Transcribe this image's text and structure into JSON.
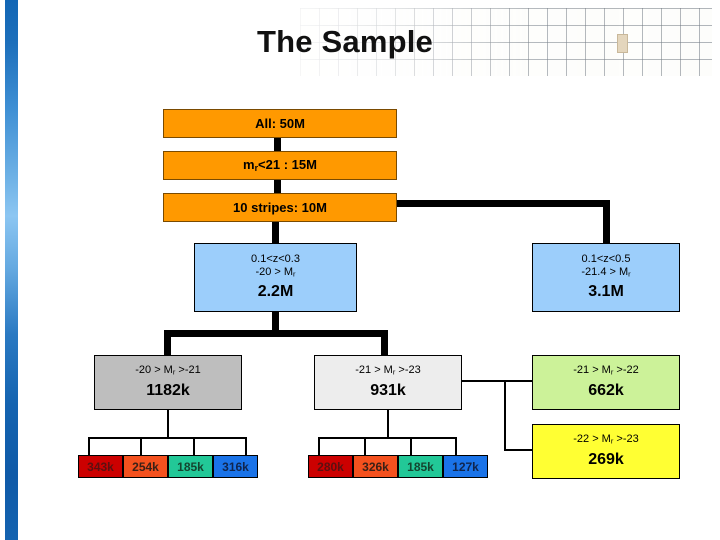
{
  "slide": {
    "title": "The Sample",
    "decoration": {
      "grid_chip": "grid-chip"
    }
  },
  "flow": {
    "top_boxes": [
      {
        "id": "all",
        "label": "All:  50M",
        "color": "#FF9900"
      },
      {
        "id": "mr21",
        "label_pre": "m",
        "label_sub": "r",
        "label_post": "<21 :  15M",
        "color": "#FF9900"
      },
      {
        "id": "ten_stripes",
        "label": "10 stripes:  10M",
        "color": "#FF9900"
      }
    ],
    "level_blue": [
      {
        "id": "z_0103",
        "cut_line1": "0.1<z<0.3",
        "cut_pre": "-20 > M",
        "cut_sub": "r",
        "count": "2.2M",
        "color": "#9CCEFB"
      },
      {
        "id": "z_0105",
        "cut_line1": "0.1<z<0.5",
        "cut_pre": "-21.4 > M",
        "cut_sub": "r",
        "count": "3.1M",
        "color": "#9CCEFB"
      }
    ],
    "level_mid": [
      {
        "id": "m20_21",
        "cut_pre": "-20 > M",
        "cut_sub": "r",
        "cut_post": " >-21",
        "count": "1182k",
        "color": "#BEBEBE"
      },
      {
        "id": "m21_23",
        "cut_pre": "-21 > M",
        "cut_sub": "r",
        "cut_post": " >-23",
        "count": "931k",
        "color": "#EDEDED"
      },
      {
        "id": "m21_22",
        "cut_pre": "-21 > M",
        "cut_sub": "r",
        "cut_post": " >-22",
        "count": "662k",
        "color": "#CCF299"
      },
      {
        "id": "m22_23",
        "cut_pre": "-22 > M",
        "cut_sub": "r",
        "cut_post": " >-23",
        "count": "269k",
        "color": "#FFFF33"
      }
    ],
    "leaves_left": [
      {
        "label": "343k",
        "color": "#CC0000"
      },
      {
        "label": "254k",
        "color": "#F4511E"
      },
      {
        "label": "185k",
        "color": "#22C897"
      },
      {
        "label": "316k",
        "color": "#1A73E8"
      }
    ],
    "leaves_right": [
      {
        "label": "280k",
        "color": "#CC0000"
      },
      {
        "label": "326k",
        "color": "#F4511E"
      },
      {
        "label": "185k",
        "color": "#22C897"
      },
      {
        "label": "127k",
        "color": "#1A73E8"
      }
    ]
  }
}
